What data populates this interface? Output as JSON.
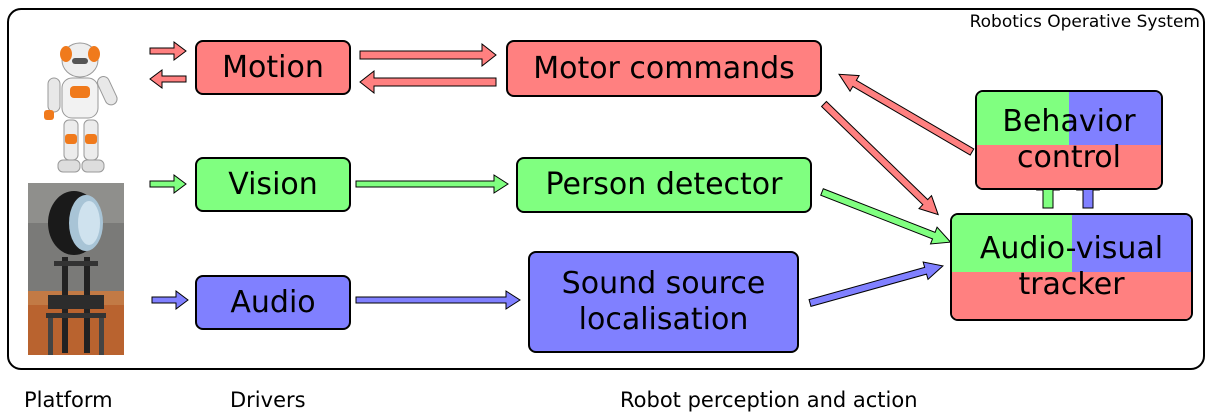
{
  "diagram": {
    "system_title": "Robotics Operative System",
    "boxes": {
      "motion": "Motion",
      "motor_commands": "Motor commands",
      "vision": "Vision",
      "person_detector": "Person detector",
      "audio": "Audio",
      "sound_source": "Sound source",
      "localisation": "localisation",
      "behavior": "Behavior",
      "control": "control",
      "audio_visual": "Audio-visual",
      "tracker": "tracker"
    },
    "captions": {
      "platform": "Platform",
      "drivers": "Drivers",
      "perception": "Robot perception and action"
    },
    "colors": {
      "red": "#ff8080",
      "green": "#80ff80",
      "blue": "#8080ff"
    },
    "images": [
      "nao-robot-photo",
      "popeye-audio-visual-head-photo"
    ]
  }
}
